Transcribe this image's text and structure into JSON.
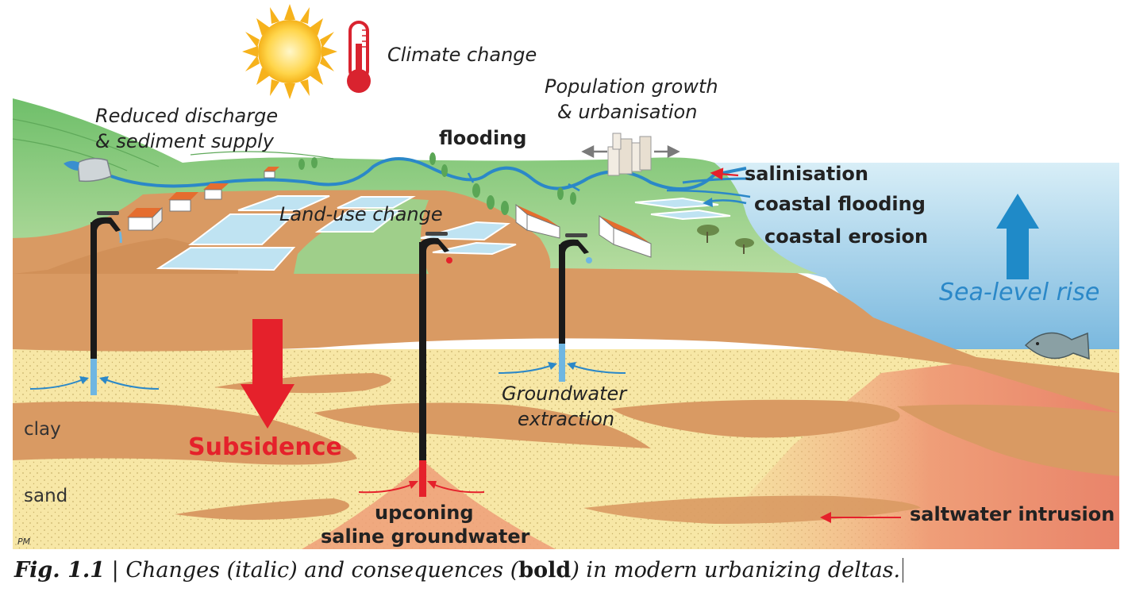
{
  "labels": {
    "climate_change": "Climate change",
    "population_line1": "Population growth",
    "population_line2": "& urbanisation",
    "reduced_line1": "Reduced discharge",
    "reduced_line2": "& sediment supply",
    "flooding": "flooding",
    "salinisation": "salinisation",
    "coastal_flooding": "coastal flooding",
    "coastal_erosion": "coastal erosion",
    "land_use_change": "Land-use change",
    "sea_level_rise": "Sea-level rise",
    "groundwater_line1": "Groundwater",
    "groundwater_line2": "extraction",
    "clay": "clay",
    "sand": "sand",
    "subsidence": "Subsidence",
    "upconing_line1": "upconing",
    "upconing_line2": "saline groundwater",
    "saltwater_intrusion": "saltwater intrusion",
    "credit": "PM"
  },
  "caption": {
    "label": "Fig. 1.1",
    "separator": " | ",
    "text_before": "Changes (italic) and consequences (",
    "bold_word": "bold",
    "text_after": ") in modern urbanizing deltas."
  },
  "colors": {
    "sand": "#f7e7a6",
    "clay": "#d99a63",
    "saline": "#ea8a6a",
    "land": "#9fcf8a",
    "sea": "#a9d7ea",
    "arrow_red": "#e5212b",
    "arrow_blue": "#1f8ac8"
  }
}
